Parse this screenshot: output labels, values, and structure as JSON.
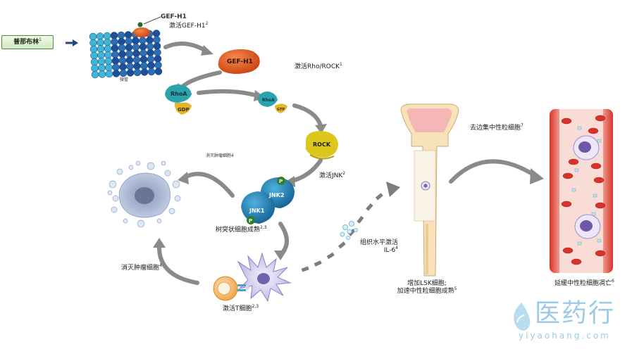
{
  "drug": {
    "name": "普那布林",
    "ref": "1"
  },
  "microtubule_label": "微管",
  "gef_h1_tag": "GEF-H1",
  "gef_h1_protein": "GEF-H1",
  "activate_gef": {
    "text": "激活GEF-H1",
    "ref": "2"
  },
  "activate_rho": {
    "text": "激活Rho/ROCK",
    "ref": "1"
  },
  "rhoa_gdp": {
    "rhoa": "RhoA",
    "gdp": "GDP"
  },
  "rhoa_gtp": {
    "rhoa": "RhoA",
    "gtp": "GTP"
  },
  "rock_label": "ROCK",
  "jnk_activate": {
    "text": "激活JNK",
    "ref": "2"
  },
  "jnk1_label": "JNK1",
  "jnk2_label": "JNK2",
  "phospho_label": "P",
  "tumor_kill_small": "消灭肿瘤细胞4",
  "dc_maturation": {
    "text": "树突状细胞成熟",
    "ref": "2,3"
  },
  "t_cell_activation": {
    "text": "激活T细胞",
    "ref": "2,3"
  },
  "tumor_kill": {
    "text": "消灭肿瘤细胞",
    "ref": "4"
  },
  "il6": {
    "line1": "组织水平激活",
    "line2": "IL-6",
    "ref": "4"
  },
  "lsk": {
    "line1": "增加LSK细胞;",
    "line2": "加速中性粒细胞成熟",
    "ref": "5"
  },
  "demarginate": {
    "text": "去边集中性粒细胞",
    "ref": "7"
  },
  "delay_apoptosis": {
    "text": "延缓中性粒细胞凋亡",
    "ref": "6"
  },
  "watermark": {
    "cn": "医药行",
    "en": "yiyaohang.com"
  },
  "colors": {
    "arrow_gray": "#808080",
    "microtubule_blue": "#2d6fb4",
    "gef_orange": "#e0571c",
    "rhoa_teal": "#2ba3ad",
    "gdp_yellow": "#e3b72a",
    "rock_yellow": "#dcc81c",
    "jnk_blue": "#1f7fb5",
    "phospho_green": "#2f7f2b",
    "vessel_red": "#e0453a",
    "bone_beige": "#f7e2b9",
    "watermark_blue": "#9bcbe6"
  }
}
